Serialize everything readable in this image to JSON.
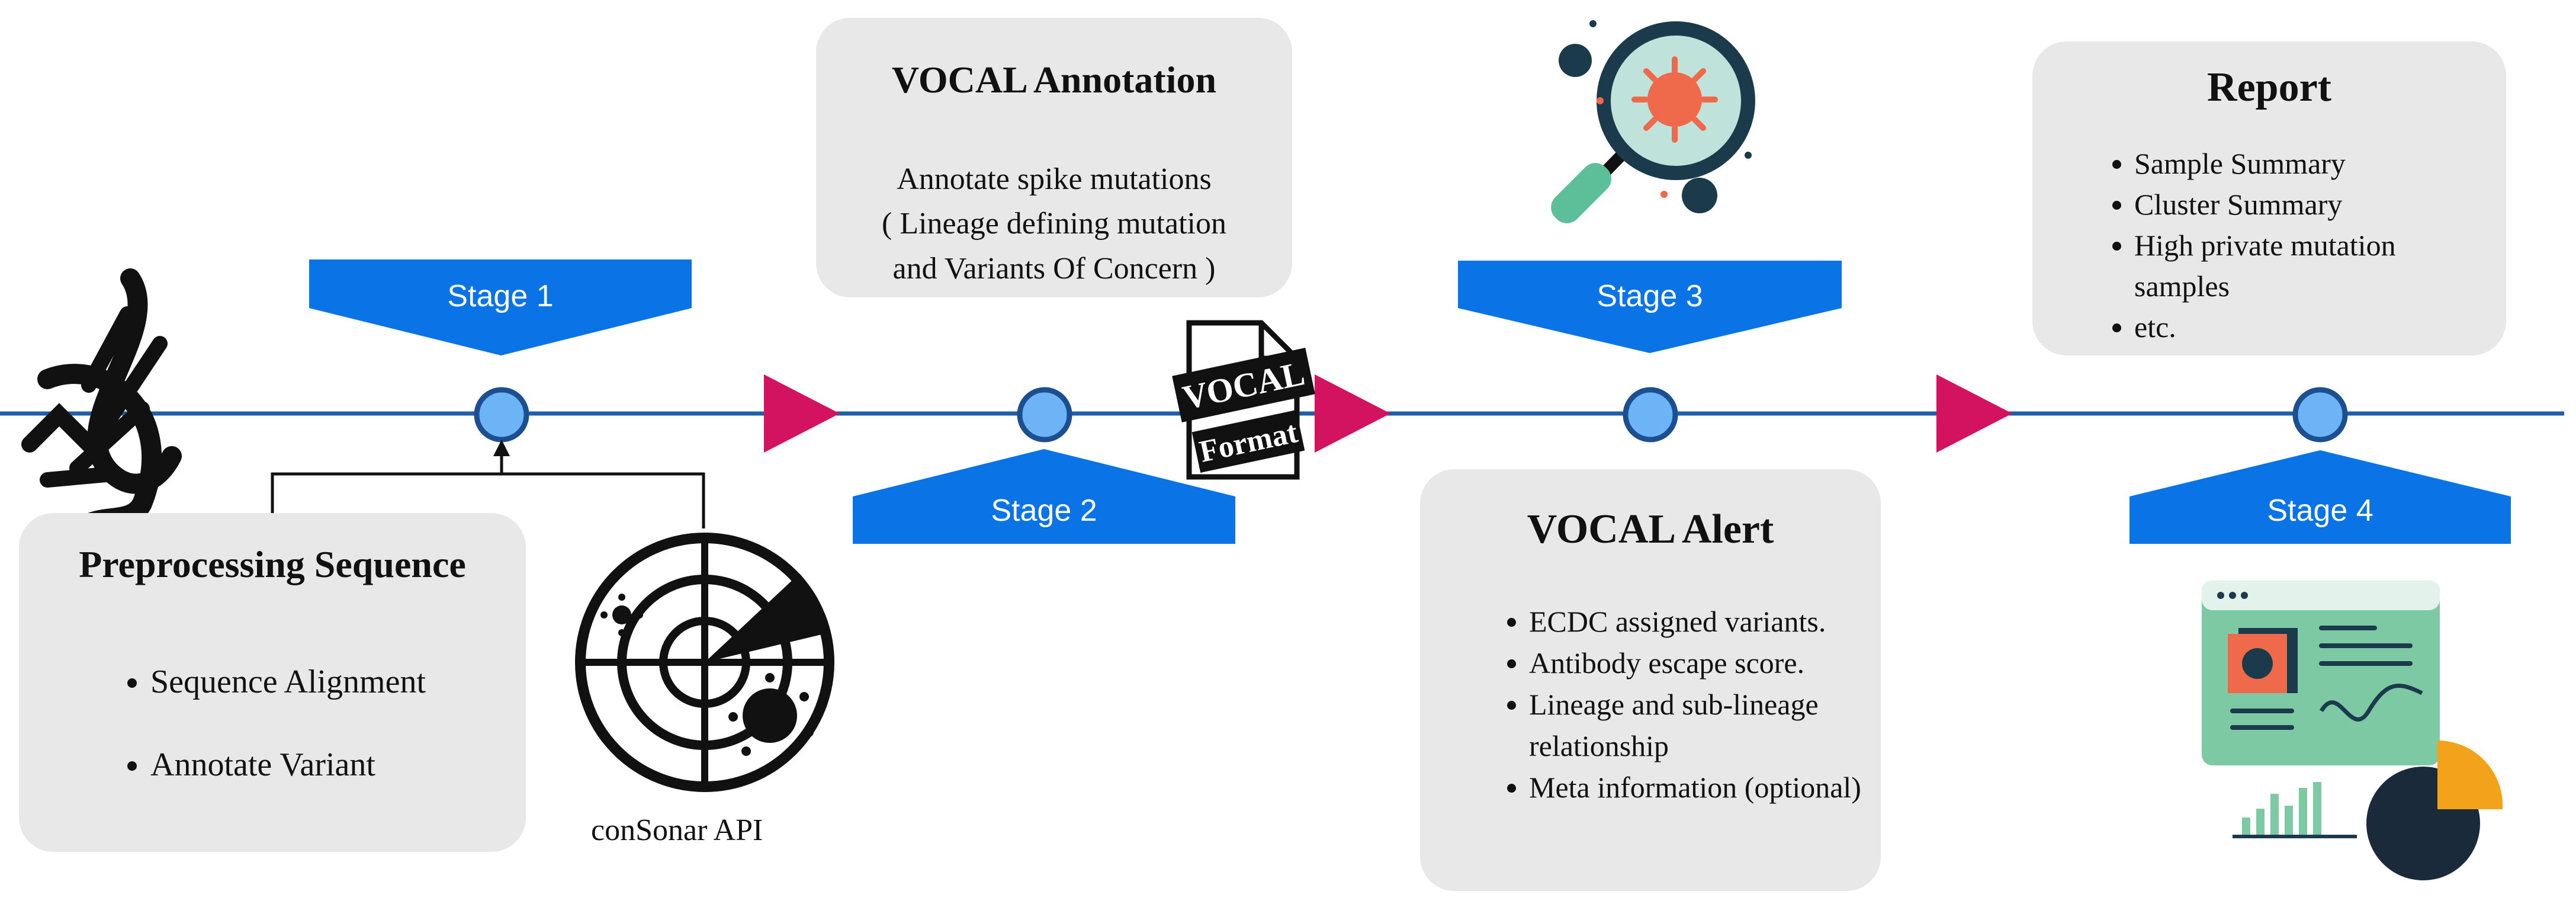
{
  "stages": {
    "stage1": "Stage 1",
    "stage2": "Stage 2",
    "stage3": "Stage 3",
    "stage4": "Stage 4"
  },
  "preprocessing": {
    "title": "Preprocessing Sequence",
    "items": [
      "Sequence Alignment",
      "Annotate Variant"
    ]
  },
  "consonar": {
    "caption": "conSonar API"
  },
  "annotation": {
    "title": "VOCAL Annotation",
    "lines": [
      "Annotate spike mutations",
      "( Lineage defining mutation",
      "and Variants Of Concern )"
    ]
  },
  "vocal_format": {
    "line1": "VOCAL",
    "line2": "Format"
  },
  "alert": {
    "title": "VOCAL Alert",
    "items": [
      "ECDC assigned variants.",
      "Antibody escape score.",
      "Lineage and sub-lineage relationship",
      "Meta information (optional)"
    ]
  },
  "report": {
    "title": "Report",
    "items": [
      "Sample Summary",
      "Cluster Summary",
      "High private mutation samples",
      "etc."
    ]
  },
  "colors": {
    "line": "#1f5fa8",
    "node_fill": "#6cb4f5",
    "node_stroke": "#1b4f8f",
    "banner": "#0a73e6",
    "arrow": "#d3135f",
    "box": "#e8e8e8"
  }
}
